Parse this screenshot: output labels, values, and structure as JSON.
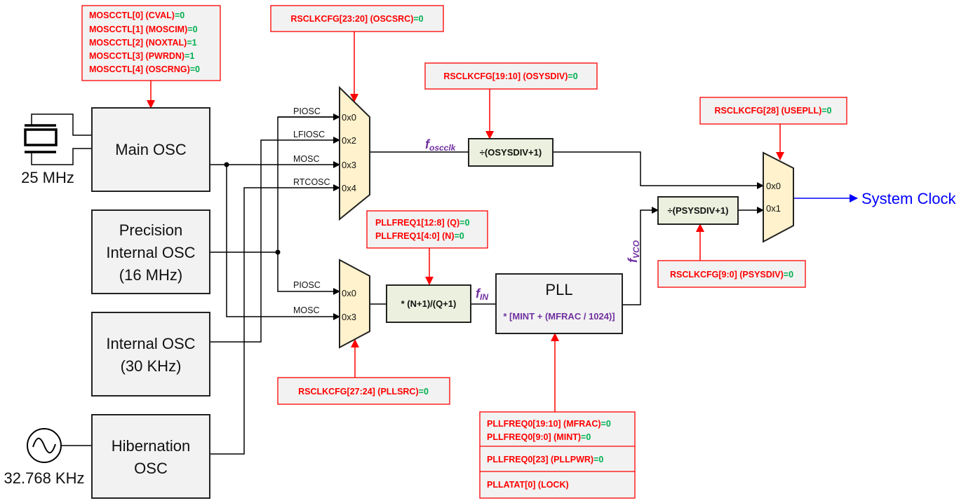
{
  "blocks": {
    "main_osc": "Main OSC",
    "piosc": [
      "Precision",
      "Internal OSC",
      "(16 MHz)"
    ],
    "lfiosc": [
      "Internal OSC",
      "(30 KHz)"
    ],
    "hib": [
      "Hibernation",
      "OSC"
    ],
    "crystal_freq": "25 MHz",
    "hib_freq": "32.768 KHz",
    "pll": "PLL",
    "pll_formula": "* [MINT + (MFRAC / 1024)]",
    "nq_div": "* (N+1)/(Q+1)",
    "osysdiv": "÷(OSYSDIV+1)",
    "psysdiv": "÷(PSYSDIV+1)",
    "output": "System Clock"
  },
  "signals": {
    "piosc": "PIOSC",
    "lfiosc": "LFIOSC",
    "mosc": "MOSC",
    "rtcosc": "RTCOSC",
    "fosc": "f",
    "fosc_sub": "oscclk",
    "fin": "f",
    "fin_sub": "IN",
    "fvco": "f",
    "fvco_sub": "VCO"
  },
  "mux_inputs": {
    "osc": [
      "0x0",
      "0x2",
      "0x3",
      "0x4"
    ],
    "pll": [
      "0x0",
      "0x3"
    ],
    "sys": [
      "0x0",
      "0x1"
    ]
  },
  "registers": {
    "mosctl": [
      {
        "name": "MOSCCTL[0] (CVAL)",
        "val": "=0"
      },
      {
        "name": "MOSCCTL[1] (MOSCIM)",
        "val": "=0"
      },
      {
        "name": "MOSCCTL[2] (NOXTAL)",
        "val": "=1"
      },
      {
        "name": "MOSCCTL[3] (PWRDN)",
        "val": "=1"
      },
      {
        "name": "MOSCCTL[4] (OSCRNG)",
        "val": "=0"
      }
    ],
    "oscsrc": {
      "name": "RSCLKCFG[23:20] (OSCSRC)",
      "val": "=0"
    },
    "osysdiv": {
      "name": "RSCLKCFG[19:10] (OSYSDIV)",
      "val": "=0"
    },
    "usepll": {
      "name": "RSCLKCFG[28] (USEPLL)",
      "val": "=0"
    },
    "pllfreq1": [
      {
        "name": "PLLFREQ1[12:8] (Q)",
        "val": "=0"
      },
      {
        "name": "PLLFREQ1[4:0] (N)",
        "val": "=0"
      }
    ],
    "psysdiv": {
      "name": "RSCLKCFG[9:0] (PSYSDIV)",
      "val": "=0"
    },
    "pllsrc": {
      "name": "RSCLKCFG[27:24] (PLLSRC)",
      "val": "=0"
    },
    "pllfreq0": [
      {
        "name": "PLLFREQ0[19:10] (MFRAC)",
        "val": "=0"
      },
      {
        "name": "PLLFREQ0[9:0] (MINT)",
        "val": "=0"
      }
    ],
    "pllpwr": {
      "name": "PLLFREQ0[23] (PLLPWR)",
      "val": "=0"
    },
    "lock": {
      "name": "PLLATAT[0] (LOCK)"
    }
  },
  "colors": {
    "register_text": "#ff0000",
    "value_text": "#00b050",
    "signal_text": "#7030a0",
    "output_arrow": "#0000ff",
    "mux_fill": "#fff2cc",
    "divider_fill": "#ebf1de"
  }
}
